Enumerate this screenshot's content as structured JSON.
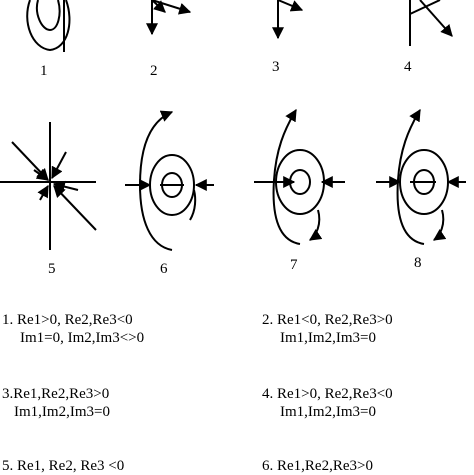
{
  "figure": {
    "panels": [
      {
        "label": "1",
        "kind": "focus"
      },
      {
        "label": "2",
        "kind": "saddle-arrows"
      },
      {
        "label": "3",
        "kind": "arrows"
      },
      {
        "label": "4",
        "kind": "arrows"
      },
      {
        "label": "5",
        "kind": "star-node"
      },
      {
        "label": "6",
        "kind": "spiral-focus"
      },
      {
        "label": "7",
        "kind": "spiral-focus"
      },
      {
        "label": "8",
        "kind": "spiral-focus"
      }
    ],
    "conditions": [
      {
        "line1": "1. Re1>0,  Re2,Re3<0",
        "line2": "Im1=0, Im2,Im3<>0"
      },
      {
        "line1": "2. Re1<0, Re2,Re3>0",
        "line2": "Im1,Im2,Im3=0"
      },
      {
        "line1": "3.Re1,Re2,Re3>0",
        "line2": "Im1,Im2,Im3=0"
      },
      {
        "line1": "4. Re1>0, Re2,Re3<0",
        "line2": "Im1,Im2,Im3=0"
      },
      {
        "line1": "5. Re1, Re2, Re3 <0",
        "line2": ""
      },
      {
        "line1": "6. Re1,Re2,Re3>0",
        "line2": ""
      }
    ]
  },
  "colors": {
    "ink": "#000000",
    "background": "#ffffff"
  }
}
